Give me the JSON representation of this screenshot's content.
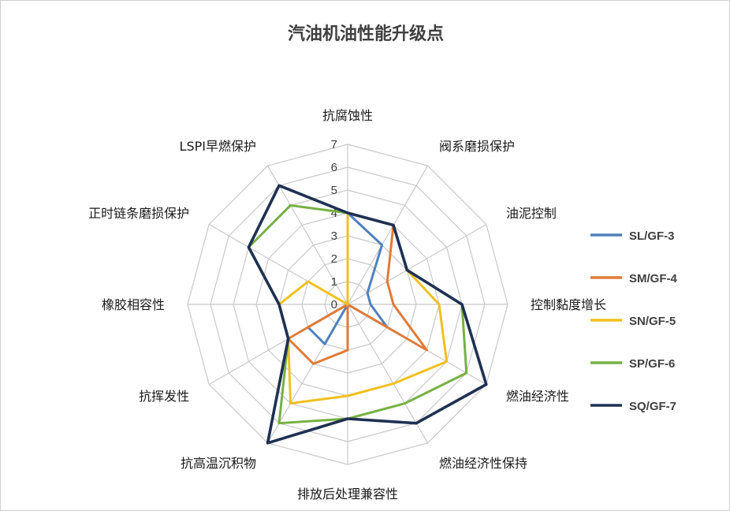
{
  "chart_data": {
    "type": "radar",
    "title": "汽油机油性能升级点",
    "categories": [
      "抗腐蚀性",
      "阀系磨损保护",
      "油泥控制",
      "控制黏度增长",
      "燃油经济性",
      "燃油经济性保持",
      "排放后处理兼容性",
      "抗高温沉积物",
      "抗挥发性",
      "橡胶相容性",
      "正时链条磨损保护",
      "LSPI早燃保护"
    ],
    "r_ticks": [
      "0",
      "1",
      "2",
      "3",
      "4",
      "5",
      "6",
      "7"
    ],
    "rlim": [
      0,
      7
    ],
    "grid": true,
    "legend_position": "right",
    "series": [
      {
        "name": "SL/GF-3",
        "color": "#4f81bd",
        "values": [
          4,
          3,
          1,
          1,
          2,
          0,
          0,
          2,
          2,
          0,
          0,
          0
        ]
      },
      {
        "name": "SM/GF-4",
        "color": "#e07b39",
        "values": [
          4,
          4,
          2,
          2,
          4,
          0,
          2,
          3,
          3,
          0,
          0,
          0
        ]
      },
      {
        "name": "SN/GF-5",
        "color": "#f0c020",
        "values": [
          4,
          4,
          3,
          4,
          5,
          4,
          4,
          5,
          3,
          3,
          2,
          0
        ]
      },
      {
        "name": "SP/GF-6",
        "color": "#77b043",
        "values": [
          4,
          4,
          3,
          5,
          6,
          5,
          5,
          6,
          3,
          3,
          5,
          5
        ]
      },
      {
        "name": "SQ/GF-7",
        "color": "#1f3152",
        "values": [
          4,
          4,
          3,
          5,
          7,
          6,
          5,
          7,
          3,
          3,
          5,
          6
        ]
      }
    ]
  }
}
